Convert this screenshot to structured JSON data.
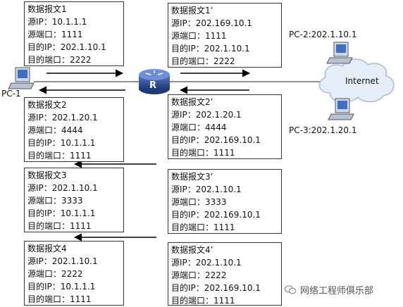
{
  "packets": [
    {
      "title": "数据报文1",
      "src_ip": "源IP：10.1.1.1",
      "src_port": "源端口：1111",
      "dst_ip": "目的IP：202.1.10.1",
      "dst_port": "目的端口：2222"
    },
    {
      "title": "数据报文1’",
      "src_ip": "源IP：202.169.10.1",
      "src_port": "源端口：1111",
      "dst_ip": "目的IP：202.1.10.1",
      "dst_port": "目的端口：2222"
    },
    {
      "title": "数据报文2",
      "src_ip": "源IP：202.1.20.1",
      "src_port": "源端口：4444",
      "dst_ip": "目的IP：10.1.1.1",
      "dst_port": "目的端口：1111"
    },
    {
      "title": "数据报文2’",
      "src_ip": "源IP：202.1.20.1",
      "src_port": "源端口：4444",
      "dst_ip": "目的IP：202.169.10.1",
      "dst_port": "目的端口：1111"
    },
    {
      "title": "数据报文3",
      "src_ip": "源IP：202.1.10.1",
      "src_port": "源端口：3333",
      "dst_ip": "目的IP：10.1.1.1",
      "dst_port": "目的端口：1111"
    },
    {
      "title": "数据报文3’",
      "src_ip": "源IP：202.1.10.1",
      "src_port": "源端口：3333",
      "dst_ip": "目的IP：202.169.10.1",
      "dst_port": "目的端口：1111"
    },
    {
      "title": "数据报文4",
      "src_ip": "源IP：202.1.10.1",
      "src_port": "源端口：2222",
      "dst_ip": "目的IP：10.1.1.1",
      "dst_port": "目的端口：1111"
    },
    {
      "title": "数据报文4’",
      "src_ip": "源IP：202.1.10.1",
      "src_port": "源端口：2222",
      "dst_ip": "目的IP：202.169.10.1",
      "dst_port": "目的端口：1111"
    }
  ],
  "nodes": {
    "pc1": "PC-1",
    "pc2": "PC-2:202.1.10.1",
    "pc3": "PC-3:202.1.20.1",
    "router": "R",
    "internet": "Internet"
  },
  "watermark": "网络工程师俱乐部",
  "colors": {
    "router": "#2f4f9a",
    "cloud_fill": "#dfe9f5",
    "cloud_stroke": "#9fb3cf",
    "line": "#000000"
  }
}
